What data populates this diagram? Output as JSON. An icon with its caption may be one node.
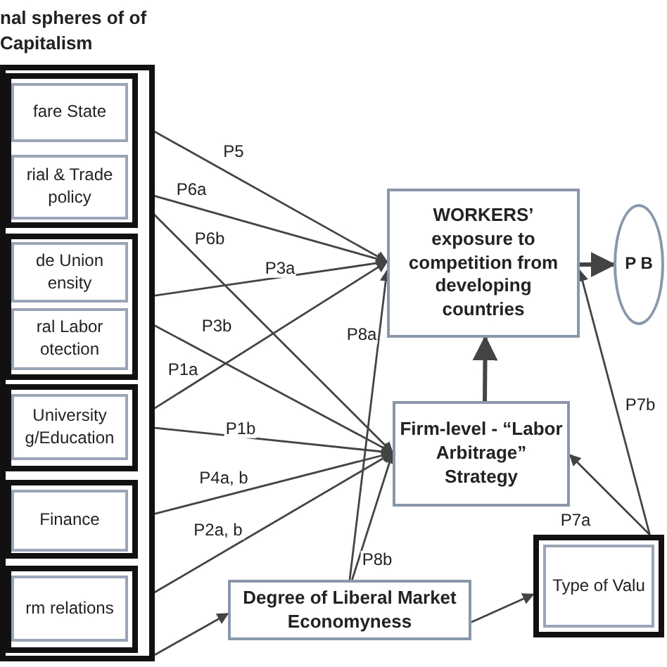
{
  "diagram": {
    "nodes": [
      {
        "text": [
          "nal spheres of of Capitalism"
        ]
      },
      {
        "text": [],
        "shape": "box",
        "in": 0
      },
      {
        "text": [
          "fare State"
        ],
        "in": 1
      },
      {
        "text": [
          "rial & Trade policy"
        ],
        "in": 1
      },
      {
        "text": [],
        "shape": "box",
        "in": 0
      },
      {
        "text": [
          "de Union ensity"
        ],
        "in": 4
      },
      {
        "text": [
          "ral Labor otection"
        ],
        "in": 4
      },
      {
        "text": [],
        "shape": "box",
        "in": 0
      },
      {
        "text": [
          "University g/Education"
        ],
        "in": 7
      },
      {
        "text": [],
        "shape": "box",
        "in": 0
      },
      {
        "text": [
          "Finance"
        ],
        "in": 9
      },
      {
        "text": [],
        "shape": "box",
        "in": 0
      },
      {
        "text": [
          "rm relations"
        ],
        "in": 11
      },
      {
        "text": [
          "WORKERS’ exposure to competition from developing countries"
        ]
      },
      {
        "text": [
          "P B"
        ]
      },
      {
        "text": [
          "Firm-level - “Labor Arbitrage” Strategy"
        ]
      },
      {
        "text": [
          "Degree of Liberal Market Economyness"
        ]
      },
      {
        "text": [],
        "shape": "box"
      },
      {
        "text": [
          "Type of Valu"
        ],
        "in": 17
      }
    ],
    "edges": [
      {
        "from": 2,
        "to": 13,
        "arrow": "to",
        "label": "P5"
      },
      {
        "from": 3,
        "to": 13,
        "arrow": "to",
        "label": "P6a"
      },
      {
        "from": 3,
        "to": 15,
        "arrow": "to",
        "label": "P6b"
      },
      {
        "from": 5,
        "to": 13,
        "arrow": "to",
        "label": "P3a"
      },
      {
        "from": 6,
        "to": 15,
        "arrow": "to",
        "label": "P3b"
      },
      {
        "from": 8,
        "to": 13,
        "arrow": "to",
        "label": "P1a"
      },
      {
        "from": 8,
        "to": 15,
        "arrow": "to",
        "label": "P1b"
      },
      {
        "from": 10,
        "to": 15,
        "arrow": "to",
        "label": "P4a, b"
      },
      {
        "from": 12,
        "to": 15,
        "arrow": "to",
        "label": "P2a, b"
      },
      {
        "from": 0,
        "to": 16,
        "arrow": "to"
      },
      {
        "from": 16,
        "to": 13,
        "arrow": "to",
        "label": "P8a"
      },
      {
        "from": 16,
        "to": 15,
        "arrow": "to",
        "label": "P8b"
      },
      {
        "from": 16,
        "to": 17,
        "arrow": "to"
      },
      {
        "from": 17,
        "to": 15,
        "arrow": "to",
        "label": "P7a"
      },
      {
        "from": 17,
        "to": 13,
        "arrow": "to",
        "label": "P7b"
      },
      {
        "from": 15,
        "to": 13,
        "arrow": "to",
        "style": "thick"
      },
      {
        "from": 13,
        "to": 14,
        "arrow": "to",
        "style": "thick"
      }
    ]
  }
}
